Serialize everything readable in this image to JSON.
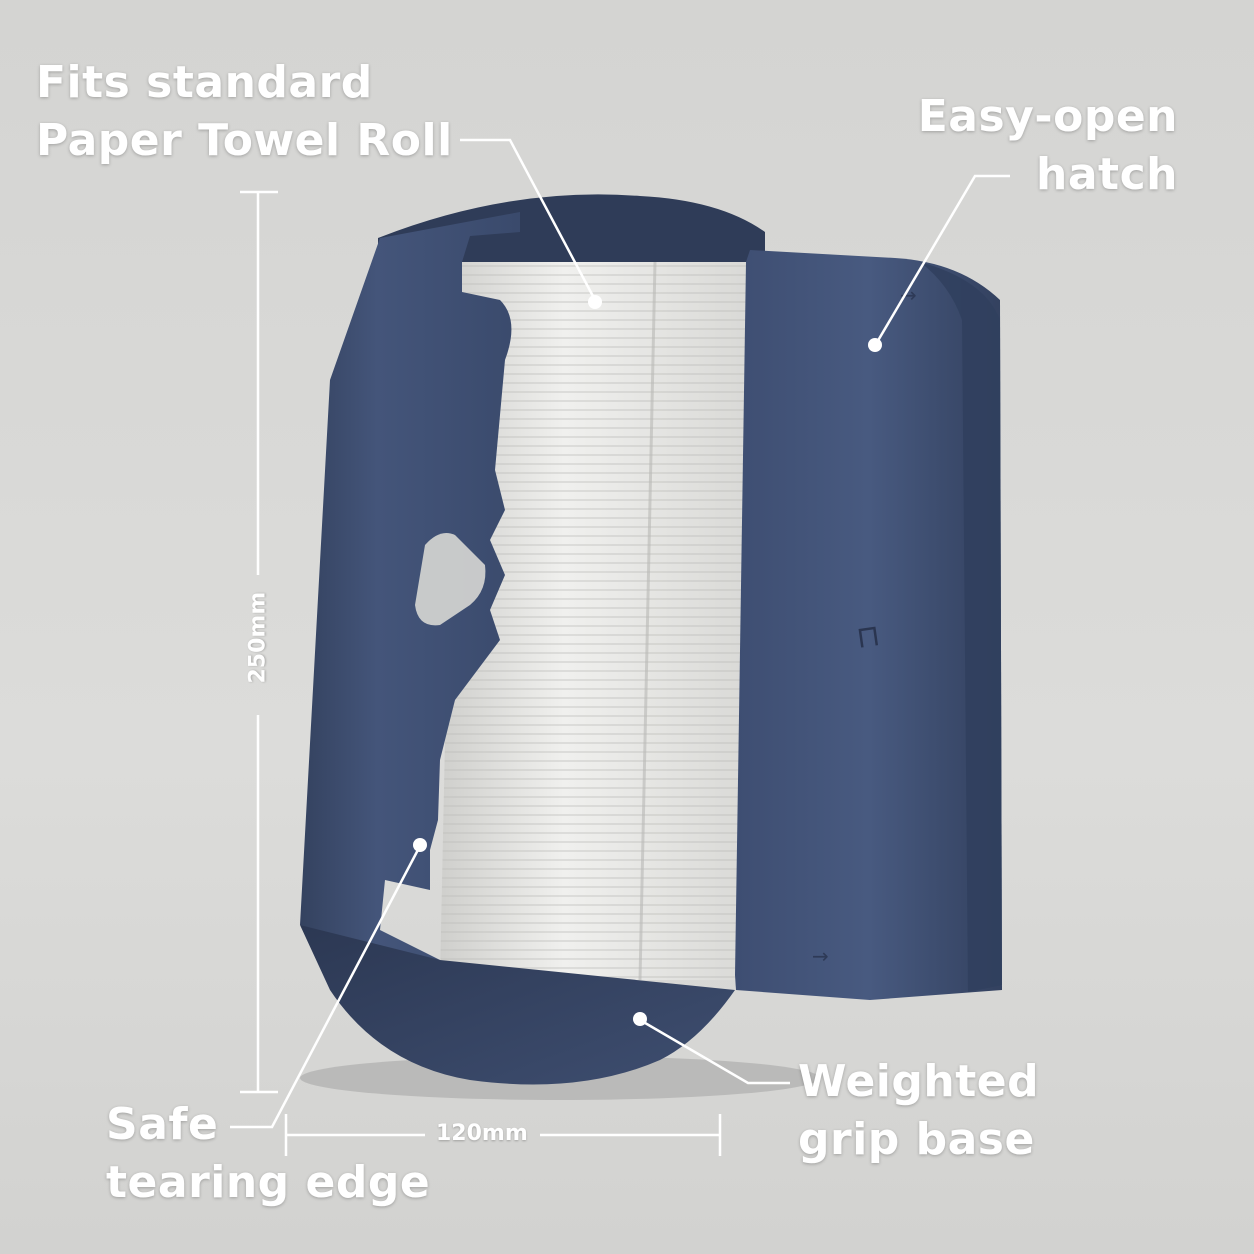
{
  "labels": {
    "roll": {
      "line1": "Fits standard",
      "line2": "Paper Towel Roll"
    },
    "hatch": {
      "line1": "Easy-open",
      "line2": "hatch"
    },
    "edge": {
      "line1": "Safe",
      "line2": "tearing edge"
    },
    "base": {
      "line1": "Weighted",
      "line2": "grip base"
    }
  },
  "dimensions": {
    "height": "250mm",
    "width": "120mm"
  },
  "colors": {
    "background": "#d6d6d4",
    "body": "#3d4d70",
    "body_dark": "#2e3a57",
    "paper": "#e9e9e6",
    "callout": "#ffffff"
  }
}
